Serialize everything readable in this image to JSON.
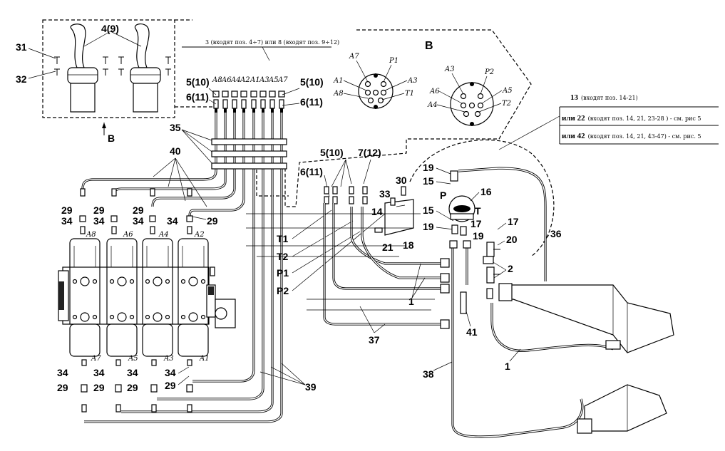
{
  "diagram": {
    "view_letter": "B",
    "view_arrow_label": "B",
    "callouts": {
      "c31": "31",
      "c32": "32",
      "c4_9": "4(9)",
      "c5_10a": "5(10)",
      "c6_11a": "6(11)",
      "c5_10b": "5(10)",
      "c6_11b": "6(11)",
      "c35": "35",
      "c40": "40",
      "c29a": "29",
      "c34a": "34",
      "c29b": "29",
      "c34b": "34",
      "c29c": "29",
      "c34c": "34",
      "c34d": "34",
      "c29d": "29",
      "c34e": "34",
      "c29e": "29",
      "c34f": "34",
      "c29f": "29",
      "c34g": "34",
      "c29g": "29",
      "c34h": "34",
      "c29h": "29",
      "c39": "39",
      "c5_10c": "5(10)",
      "c7_12": "7(12)",
      "c6_11c": "6(11)",
      "c30": "30",
      "c33": "33",
      "c14": "14",
      "c21": "21",
      "c18": "18",
      "c19a": "19",
      "c15a": "15",
      "c16": "16",
      "c15b": "15",
      "c17a": "17",
      "c19b": "19",
      "c19c": "19",
      "c17b": "17",
      "c20": "20",
      "c2": "2",
      "c36": "36",
      "c1a": "1",
      "c1b": "1",
      "c41": "41",
      "c37": "37",
      "c38": "38",
      "t1": "T1",
      "t2": "T2",
      "p1": "P1",
      "p2": "P2",
      "p": "P",
      "t": "T"
    },
    "ports_top": [
      "A8",
      "A6",
      "A4",
      "A2",
      "A1",
      "A3",
      "A5",
      "A7"
    ],
    "ports_valve_top": [
      "A8",
      "A6",
      "A4",
      "A2"
    ],
    "ports_valve_bottom": [
      "A7",
      "A5",
      "A3",
      "A1"
    ],
    "connector_left": {
      "A7": "A7",
      "P1": "P1",
      "A1": "A1",
      "A3": "A3",
      "A8": "A8",
      "T1": "T1"
    },
    "connector_right": {
      "A3": "A3",
      "P2": "P2",
      "A6": "A6",
      "A5": "A5",
      "A4": "A4",
      "T2": "T2"
    },
    "note_top": "3 (входят поз. 4÷7) или 8 (входят поз. 9÷12)",
    "legend": [
      {
        "num": "13",
        "text": "(входят поз. 14-21)"
      },
      {
        "num": "или 22",
        "text": "(входят поз. 14, 21, 23-28 ) - см. рис 5"
      },
      {
        "num": "или 42",
        "text": "(входят поз. 14, 21, 43-47) - см. рис. 5"
      }
    ]
  }
}
